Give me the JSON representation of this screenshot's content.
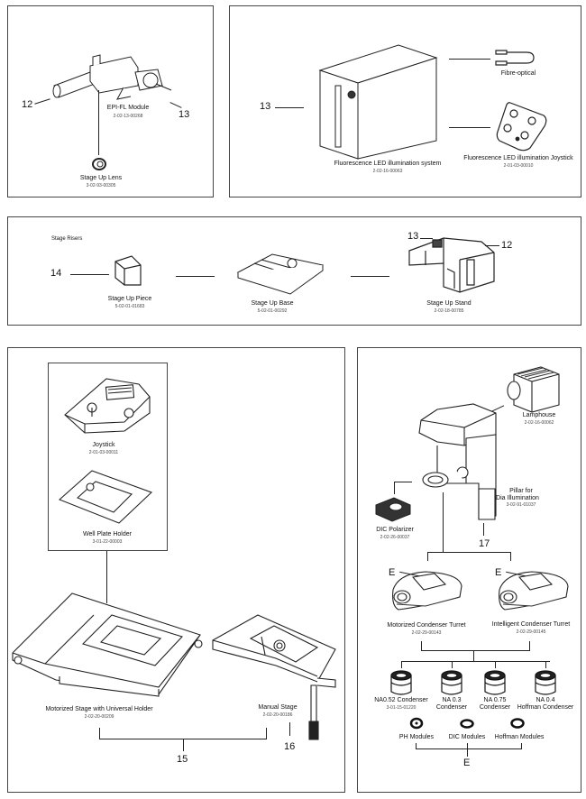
{
  "panels": {
    "epi_fl": {
      "items": [
        {
          "name": "EPI-FL Module",
          "part": "2-02-13-00268"
        },
        {
          "name": "Stage Up Lens",
          "part": "3-02-93-00305"
        }
      ],
      "callouts": [
        "12",
        "13"
      ]
    },
    "fluorescence": {
      "items": [
        {
          "name": "Fluorescence LED illumination system",
          "part": "2-02-16-00063"
        },
        {
          "name": "Fibre-optical",
          "part": ""
        },
        {
          "name": "Fluorescence LED illumination Joystick",
          "part": "2-01-03-00010"
        }
      ],
      "callouts": [
        "13"
      ]
    },
    "stage_risers": {
      "title": "Stage Risers",
      "items": [
        {
          "name": "Stage Up Piece",
          "part": "5-02-01-01683"
        },
        {
          "name": "Stage Up Base",
          "part": "5-02-01-00292"
        },
        {
          "name": "Stage Up Stand",
          "part": "2-02-18-00785"
        }
      ],
      "callouts": [
        "14",
        "13",
        "12"
      ]
    },
    "stages": {
      "items": [
        {
          "name": "Joystick",
          "part": "2-01-03-00011"
        },
        {
          "name": "Well Plate Holder",
          "part": "3-01-22-00003"
        },
        {
          "name": "Motorized Stage with Universal Holder",
          "part": "2-02-20-00209"
        },
        {
          "name": "Manual Stage",
          "part": "2-02-20-00186"
        }
      ],
      "callouts": [
        "15",
        "16"
      ]
    },
    "dia_illumination": {
      "items": [
        {
          "name": "Lamphouse",
          "part": "2-02-16-00062"
        },
        {
          "name": "Pillar for",
          "name2": "Dia Illumination",
          "part": "3-02-91-01037"
        },
        {
          "name": "DIC Polarizer",
          "part": "2-02-26-00037"
        },
        {
          "name": "Motorized Condenser Turret",
          "part": "2-02-29-00143"
        },
        {
          "name": "Intelligent Condenser Turret",
          "part": "2-02-29-00145"
        }
      ],
      "condensers": [
        {
          "line1": "NA0.52 Condenser",
          "line2": "3-01-15-01220"
        },
        {
          "line1": "NA 0.3",
          "line2": "Condenser"
        },
        {
          "line1": "NA 0.75",
          "line2": "Condenser"
        },
        {
          "line1": "NA 0.4",
          "line2": "Hoffman Condenser"
        }
      ],
      "modules": [
        "PH Modules",
        "DIC Modules",
        "Hoffman  Modules"
      ],
      "callouts": [
        "17",
        "E",
        "E",
        "E"
      ]
    }
  }
}
